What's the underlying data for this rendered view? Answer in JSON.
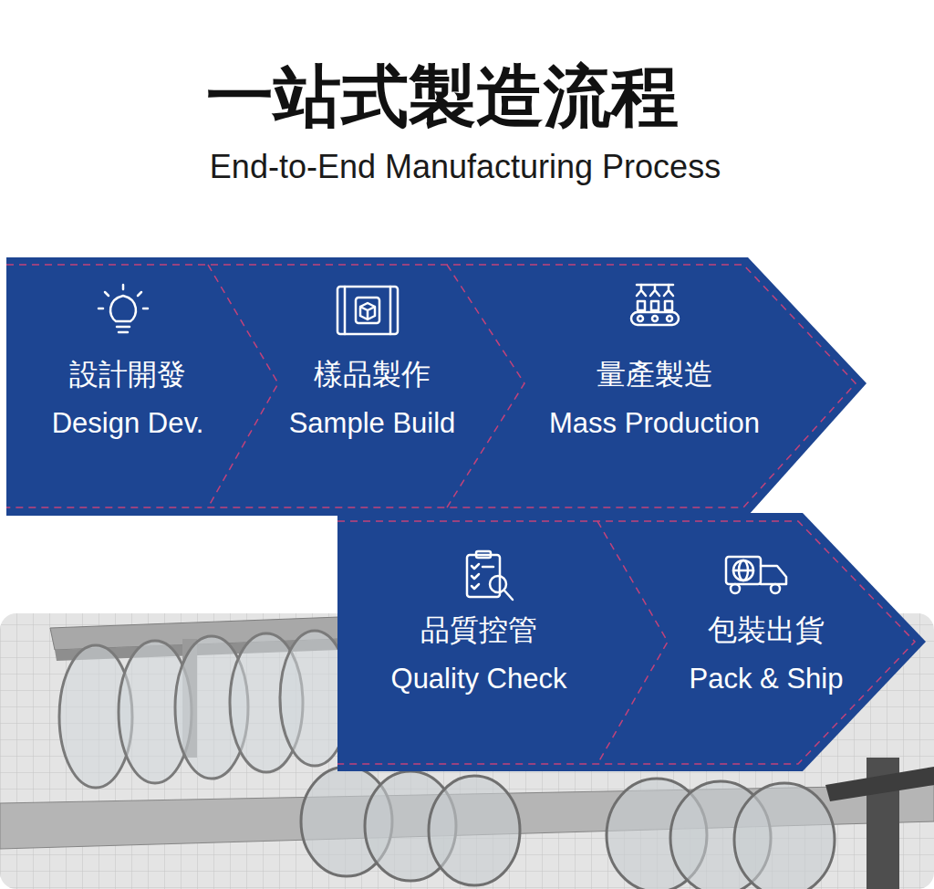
{
  "diagram": {
    "title": "一站式製造流程",
    "nodes": [
      {
        "text": [
          "設計開發",
          "Design Dev."
        ]
      },
      {
        "text": [
          "樣品製作",
          "Sample Build"
        ]
      },
      {
        "text": [
          "量產製造",
          "Mass Production"
        ]
      },
      {
        "text": [
          "品質控管",
          "Quality Check"
        ]
      },
      {
        "text": [
          "包裝出貨",
          "Pack & Ship"
        ]
      }
    ],
    "labels": [
      "End-to-End Manufacturing Process"
    ]
  }
}
